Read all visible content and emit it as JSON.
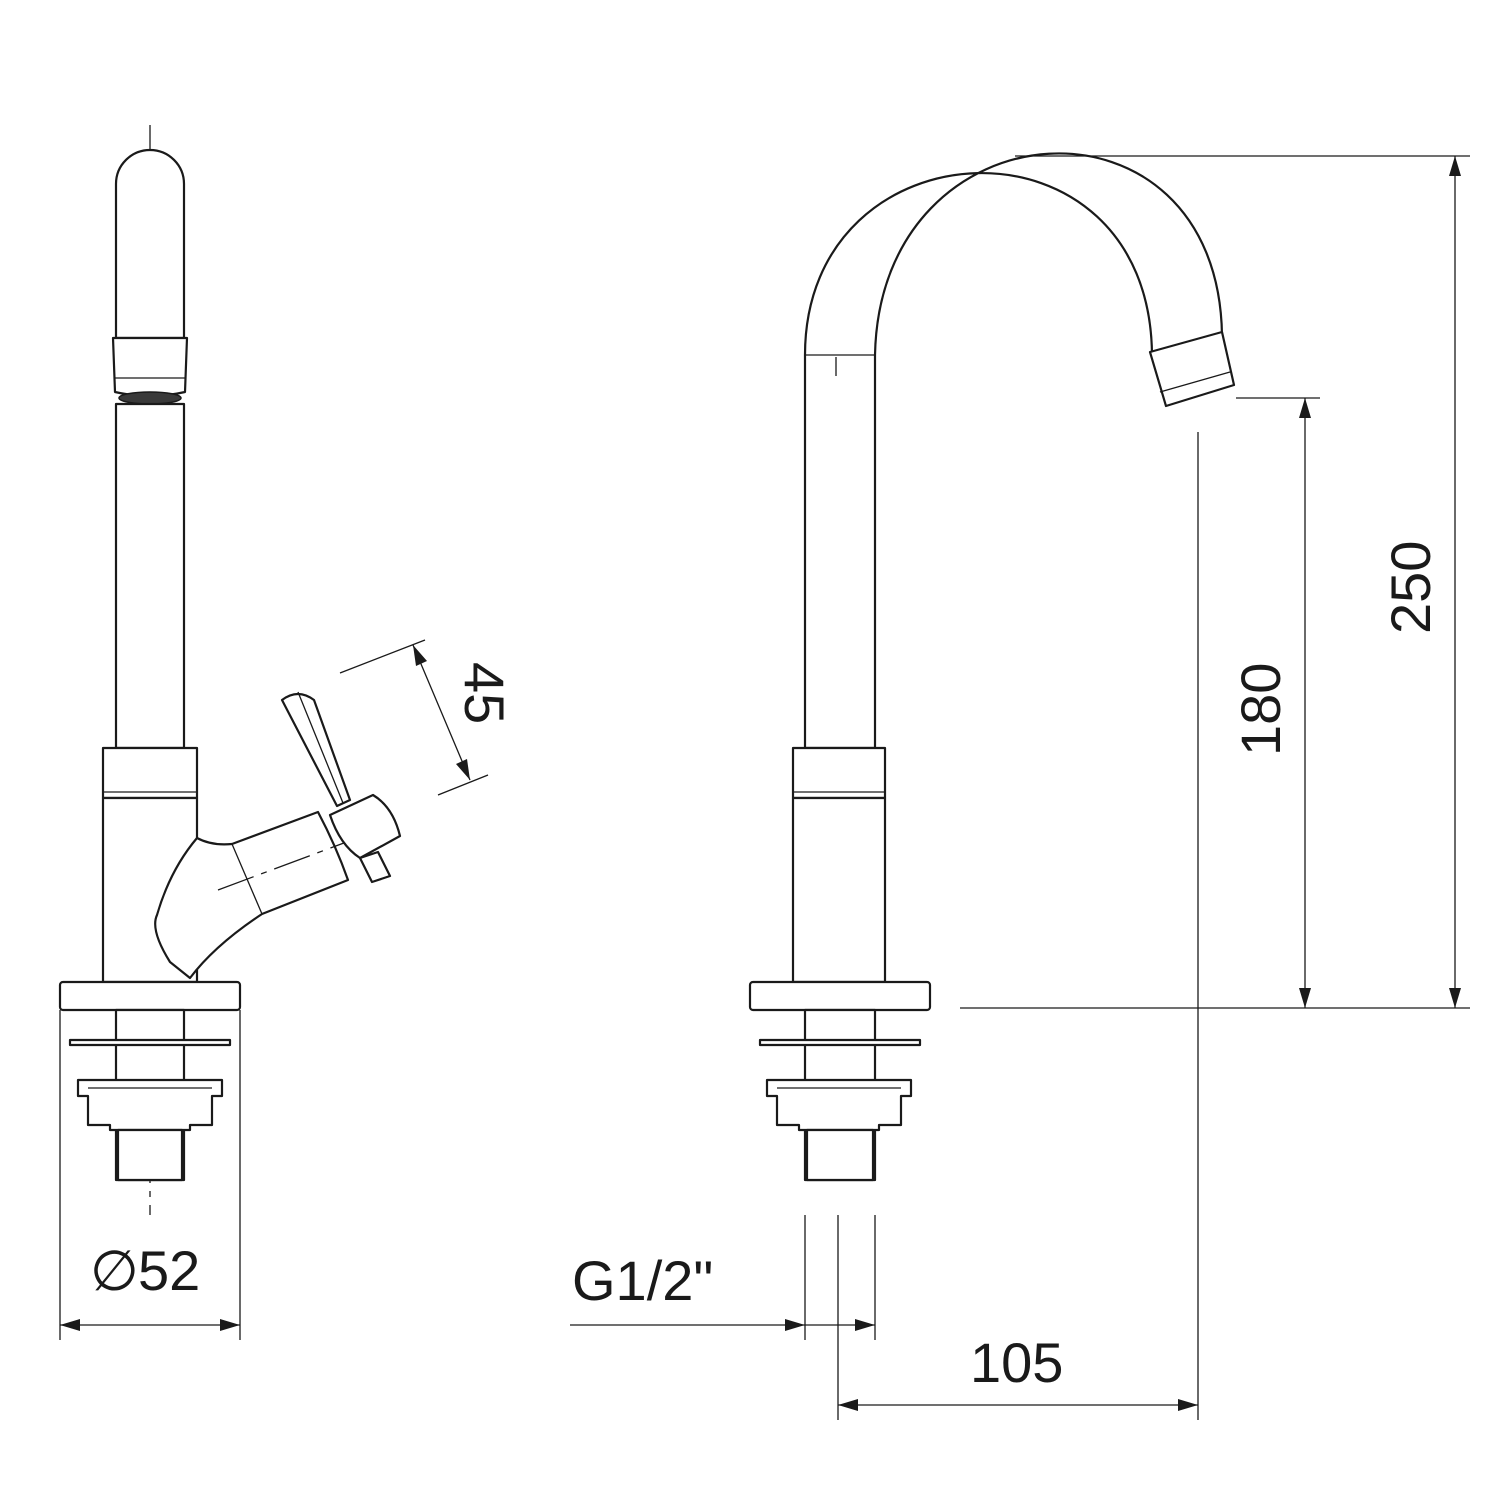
{
  "dimensions": {
    "diameter_symbol": "∅",
    "base_diameter": "52",
    "lever_angle": "45",
    "connection_thread": "G1/2\"",
    "spout_reach": "105",
    "spout_outlet_height": "180",
    "overall_height": "250"
  }
}
